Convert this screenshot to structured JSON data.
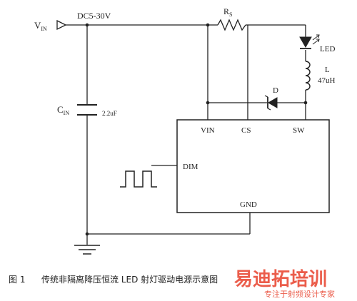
{
  "labels": {
    "vin_main": "V",
    "vin_sub": "IN",
    "supply": "DC5-30V",
    "rs_main": "R",
    "rs_sub": "S",
    "led": "LED",
    "inductor": "L",
    "inductor_value": "47uH",
    "diode": "D",
    "cap_main": "C",
    "cap_sub": "IN",
    "cap_value": "2.2uF",
    "pin_vin": "VIN",
    "pin_cs": "CS",
    "pin_sw": "SW",
    "pin_dim": "DIM",
    "pin_gnd": "GND"
  },
  "caption": {
    "figure": "图 1",
    "text": "传统非隔离降压恒流 LED 射灯驱动电源示意图"
  },
  "watermark": {
    "brand": "易迪拓培训",
    "sub": "专注于射频设计专家",
    "color": "#e8412c"
  }
}
